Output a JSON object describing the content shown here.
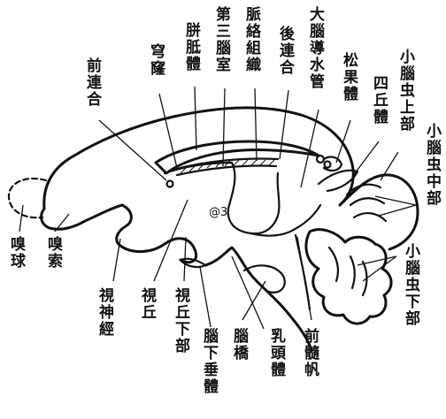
{
  "labels": {
    "anterior_commissure": "前連合",
    "fornix": "穹窿",
    "corpus_callosum": "胼胝體",
    "third_ventricle": "第三腦室",
    "choroid_plexus": "脈絡組織",
    "posterior_commissure": "後連合",
    "cerebral_aqueduct": "大腦導水管",
    "pineal_body": "松果體",
    "quadrigeminal_body": "四丘體",
    "superior_vermis": "小腦虫上部",
    "middle_vermis": "小腦虫中部",
    "inferior_vermis": "小腦虫下部",
    "olfactory_bulb": "嗅球",
    "olfactory_tract": "嗅索",
    "optic_nerve": "視神經",
    "thalamus": "視丘",
    "hypothalamus": "視丘下部",
    "hypophysis": "腦下垂體",
    "pons": "腦橋",
    "mammillary_body": "乳頭體",
    "anterior_medullary_velum": "前髓帆"
  },
  "colors": {
    "ink": "#111111",
    "paper": "#ffffff"
  }
}
